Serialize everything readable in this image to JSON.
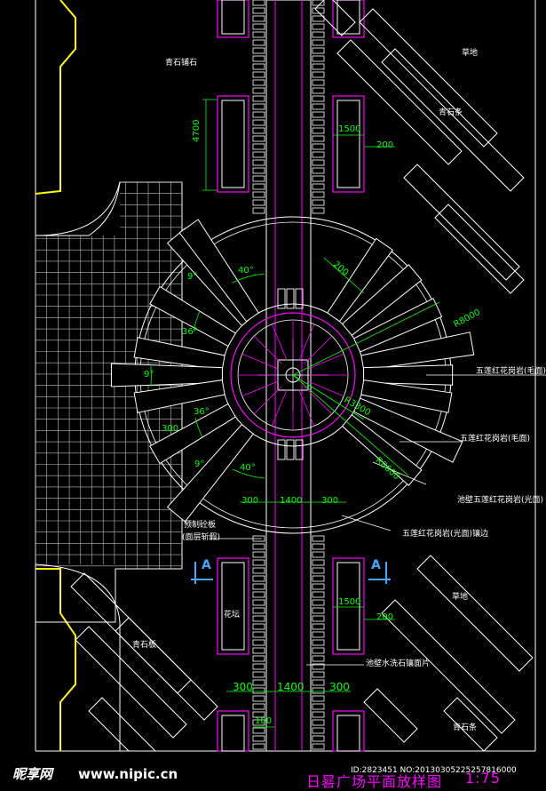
{
  "colors": {
    "background": "#000000",
    "outline": "#ffffff",
    "magenta": "#ff00ff",
    "dimension": "#00ff00",
    "yellow_edge": "#ffff00",
    "section_marker": "#3fa9ff"
  },
  "labels": {
    "qingshi_pave_top": "青石铺石",
    "caodi_top": "草地",
    "qingshi_tiao_top": "青石条",
    "wulian_mao": "五莲红花岗岩(毛面)",
    "wulian_mao2": "五莲红花岗岩(毛面)",
    "chibi": "池壁五莲红花岗岩(光面)",
    "wulian_guang": "五莲红花岗岩(光面)镶边",
    "yuandian": "预制砼板",
    "yuandian_sub": "(面层斩假)",
    "caodi_bottom": "草地",
    "huatan": "花坛",
    "qingshi_ban": "青石板",
    "chibi_shui": "池壁水洗石镶面片",
    "qingshi_tiao_bottom": "青石条"
  },
  "dimensions": {
    "d4700": "4700",
    "d1500_top": "1500",
    "d200_top": "200",
    "d200_ring": "200",
    "r8000": "R8000",
    "r3300": "R3300",
    "r8600": "R8600",
    "a40_top": "40°",
    "a9_top": "9°",
    "a36_left": "36°",
    "a36_low": "36°",
    "a9_left": "9°",
    "a9_bottom": "9°",
    "a40_bottom": "40°",
    "d300_left": "300",
    "d300_mid_l": "300",
    "d1400_mid": "1400",
    "d300_mid_r": "300",
    "d1500_bot": "1500",
    "d200_bot": "200",
    "d300_bot_l": "300",
    "d1400_bot": "1400",
    "d300_bot_r": "300",
    "d100_bot": "100"
  },
  "section": {
    "left": "A",
    "right": "A"
  },
  "title": {
    "text": "日晷广场平面放样图",
    "scale": "1:75"
  },
  "watermark": {
    "site_cn": "昵享网",
    "site_url": "www.nipic.cn",
    "id_text": "ID:2823451 NO:20130305225257816000"
  }
}
